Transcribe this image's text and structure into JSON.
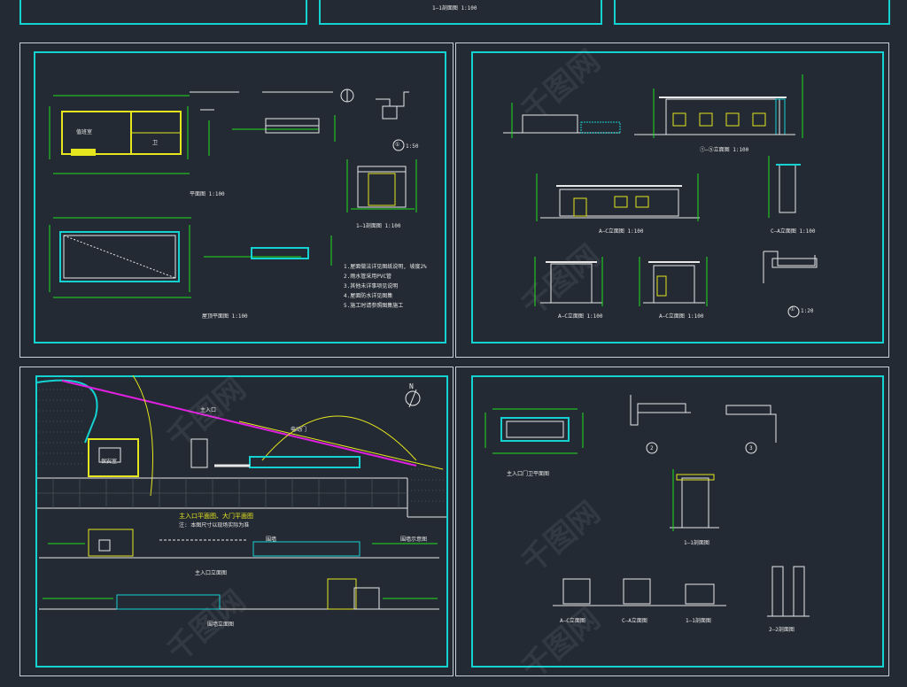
{
  "top_strip": {
    "caption": "1—1剖面图 1:100"
  },
  "panel1": {
    "plan_title": "平面图 1:100",
    "roof_title": "屋顶平面图 1:100",
    "section_title": "1—1剖面图 1:100",
    "detail_mark": "①",
    "detail_scale": "1:50",
    "room1": "值班室",
    "room2": "卫",
    "notes": [
      "1.屋面做法详见图纸说明, 坡度2%",
      "2.雨水管采用PVC管",
      "3.其他未详事项见说明",
      "4.屋面防水详见图集",
      "5.施工时请参照图集施工"
    ]
  },
  "panel2": {
    "elev1": "①—⑤立面图 1:100",
    "elev2": "A—C立面图 1:100",
    "elev3": "A—C立面图 1:100",
    "elev4": "A—C立面图 1:100",
    "elev5": "C—A立面图 1:100",
    "detail_mark": "①",
    "detail_scale": "1:20"
  },
  "panel3": {
    "site_title": "主入口平面图、大门平面图",
    "site_sub": "注: 本图尺寸以现场实际为准",
    "north": "N",
    "entrance": "主入口",
    "gate_elev": "主入口立面图",
    "fence_elev": "围墙立面图",
    "tag1": "保安室",
    "tag2": "电动门",
    "tag3": "围墙",
    "tag4": "围墙示意图"
  },
  "panel4": {
    "plan_title": "主入口门卫平面图",
    "sec1": "2",
    "sec2": "3",
    "detail1": "1—1剖面图",
    "detail2": "2—2剖面图",
    "elev1": "A—C立面图",
    "elev2": "C—A立面图",
    "elev3": "1—1剖面图"
  },
  "watermark": "千图网",
  "colors": {
    "frame": "#14d2d2",
    "bg": "#232a33",
    "wall": "#e6e61e",
    "dim": "#20e020",
    "text": "#e8e8e8",
    "magenta": "#e020e0"
  }
}
